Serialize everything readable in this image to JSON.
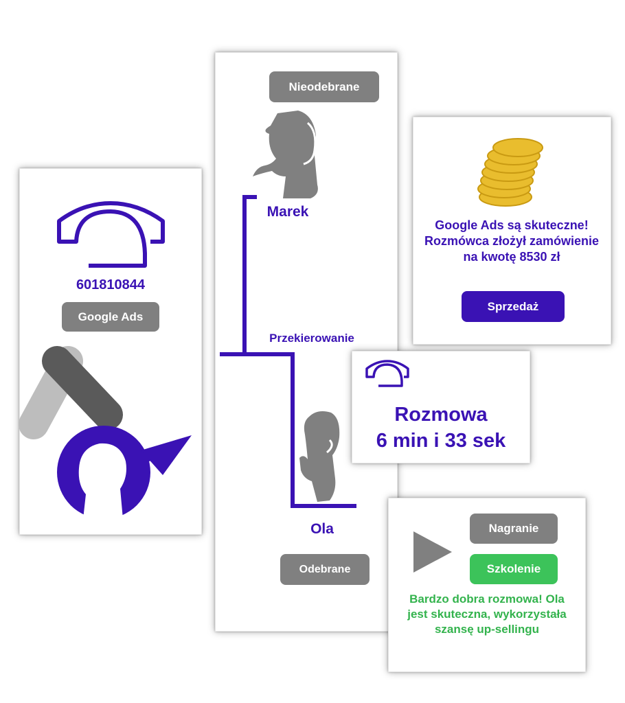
{
  "source_card": {
    "phone_number": "601810844",
    "source_label": "Google Ads"
  },
  "flow_card": {
    "missed_label": "Nieodebrane",
    "first_agent": "Marek",
    "redirect_label": "Przekierowanie",
    "second_agent": "Ola",
    "answered_label": "Odebrane"
  },
  "sale_card": {
    "message": "Google Ads są skuteczne! Rozmówca złożył zamówienie na kwotę 8530 zł",
    "button_label": "Sprzedaż"
  },
  "call_card": {
    "title": "Rozmowa",
    "duration": "6 min i 33 sek"
  },
  "review_card": {
    "recording_label": "Nagranie",
    "training_label": "Szkolenie",
    "comment": "Bardzo dobra rozmowa! Ola jest skuteczna, wykorzystała szansę up-sellingu"
  },
  "colors": {
    "accent_purple": "#3a12b4",
    "gray_button": "#808080",
    "green_button": "#3cc35a",
    "green_text": "#33b34d",
    "coin_gold": "#e9bd2e"
  },
  "icons": [
    "phone-handset-icon",
    "google-ads-logo",
    "caller-silhouette-icon",
    "agent-silhouette-icon",
    "coins-icon",
    "play-icon"
  ]
}
